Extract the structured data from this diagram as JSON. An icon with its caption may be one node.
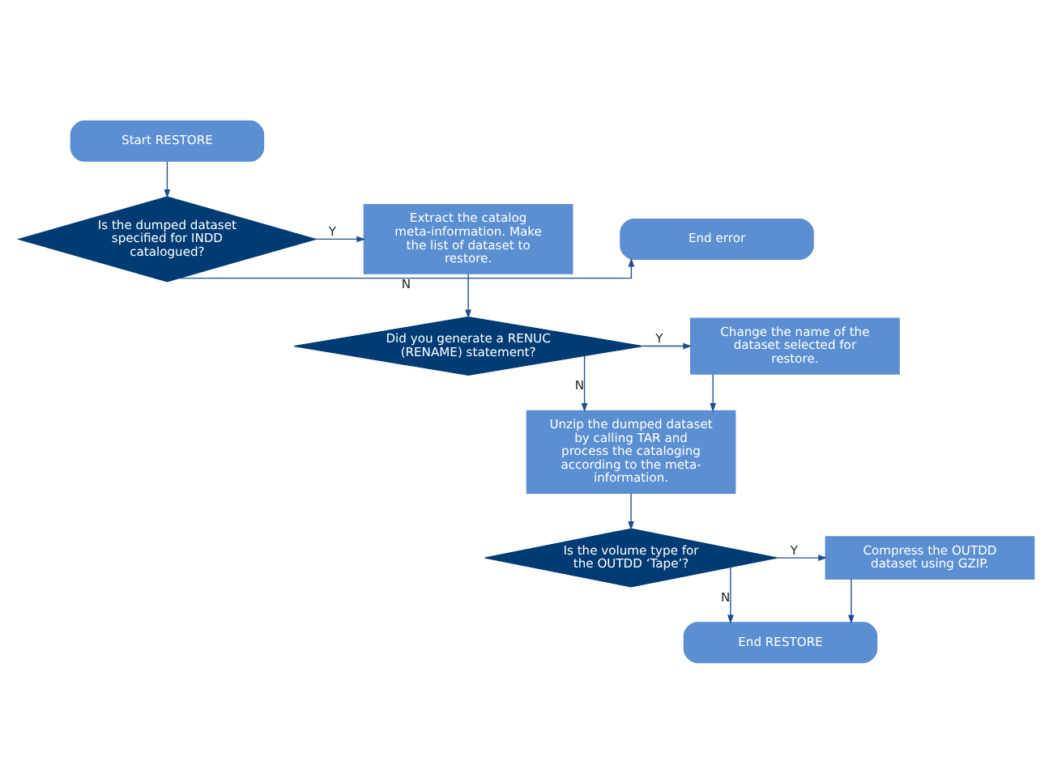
{
  "diagram": {
    "nodes": [
      {
        "text": [
          "Start RESTORE"
        ]
      },
      {
        "text": [
          "Is the dumped dataset specified for INDD catalogued?"
        ]
      },
      {
        "text": [
          "End error"
        ]
      },
      {
        "text": [
          "Extract the catalog meta-information. Make the list of dataset to restore."
        ]
      },
      {
        "text": [
          "Did you generate a RENUC (RENAME) statement?"
        ]
      },
      {
        "text": [
          "Change the name of the dataset selected for restore."
        ]
      },
      {
        "text": [
          "Unzip the dumped dataset by calling TAR and process the cataloging according to the meta-information."
        ]
      },
      {
        "text": [
          "Is the volume type for the OUTDD ‘Tape’?"
        ]
      },
      {
        "text": [
          "Compress the OUTDD dataset using GZIP."
        ]
      },
      {
        "text": [
          "End RESTORE"
        ]
      }
    ],
    "edges": [
      {
        "from": 0,
        "to": 1,
        "arrow": "to"
      },
      {
        "from": 1,
        "to": 2,
        "arrow": "to",
        "label": "N"
      },
      {
        "from": 1,
        "to": 3,
        "arrow": "to",
        "label": "Y"
      },
      {
        "from": 3,
        "to": 4,
        "arrow": "to"
      },
      {
        "from": 4,
        "to": 5,
        "arrow": "to",
        "label": "Y"
      },
      {
        "from": 4,
        "to": 6,
        "arrow": "to",
        "label": "N"
      },
      {
        "from": 5,
        "to": 6,
        "arrow": "to"
      },
      {
        "from": 6,
        "to": 7,
        "arrow": "to"
      },
      {
        "from": 7,
        "to": 8,
        "arrow": "to",
        "label": "Y"
      },
      {
        "from": 7,
        "to": 9,
        "arrow": "to",
        "label": "N"
      },
      {
        "from": 8,
        "to": 9,
        "arrow": "to"
      }
    ]
  }
}
